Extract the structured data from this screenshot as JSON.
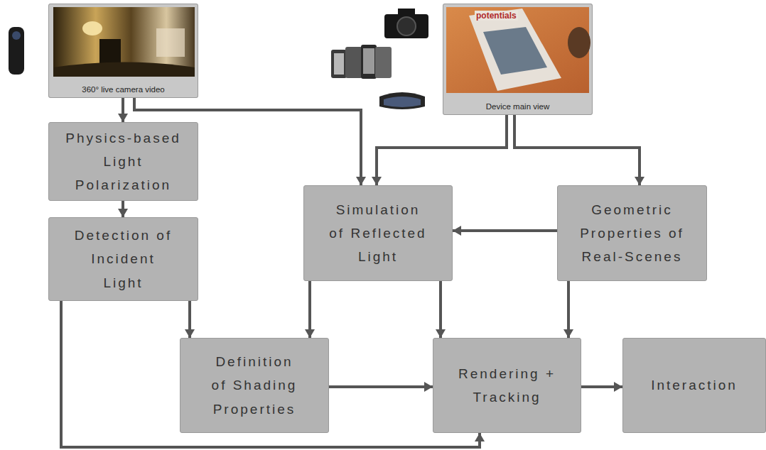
{
  "diagram": {
    "nodes": [
      {
        "text": [
          "360° live camera video"
        ]
      },
      {
        "text": [
          "Device main view"
        ]
      },
      {
        "text": [
          "Physics-based Light Polarization"
        ]
      },
      {
        "text": [
          "Simulation of Reflected Light"
        ]
      },
      {
        "text": [
          "Geometric Properties of Real-Scenes"
        ]
      },
      {
        "text": [
          "Detection of Incident Light"
        ]
      },
      {
        "text": [
          "Definition of Shading Properties"
        ]
      },
      {
        "text": [
          "Rendering + Tracking"
        ]
      },
      {
        "text": [
          "Interaction"
        ]
      }
    ],
    "edges": [
      {
        "from": 0,
        "to": 2,
        "arrow": "to"
      },
      {
        "from": 0,
        "to": 3,
        "arrow": "to"
      },
      {
        "from": 1,
        "to": 3,
        "arrow": "to"
      },
      {
        "from": 1,
        "to": 4,
        "arrow": "to"
      },
      {
        "from": 2,
        "to": 5,
        "arrow": "to"
      },
      {
        "from": 4,
        "to": 3,
        "arrow": "to"
      },
      {
        "from": 3,
        "to": 6,
        "arrow": "to"
      },
      {
        "from": 3,
        "to": 7,
        "arrow": "to"
      },
      {
        "from": 4,
        "to": 7,
        "arrow": "to"
      },
      {
        "from": 5,
        "to": 6,
        "arrow": "to"
      },
      {
        "from": 5,
        "to": 7,
        "arrow": "to"
      },
      {
        "from": 6,
        "to": 7,
        "arrow": "to"
      },
      {
        "from": 7,
        "to": 8,
        "arrow": "to"
      }
    ],
    "labels": [
      "potentials"
    ]
  }
}
